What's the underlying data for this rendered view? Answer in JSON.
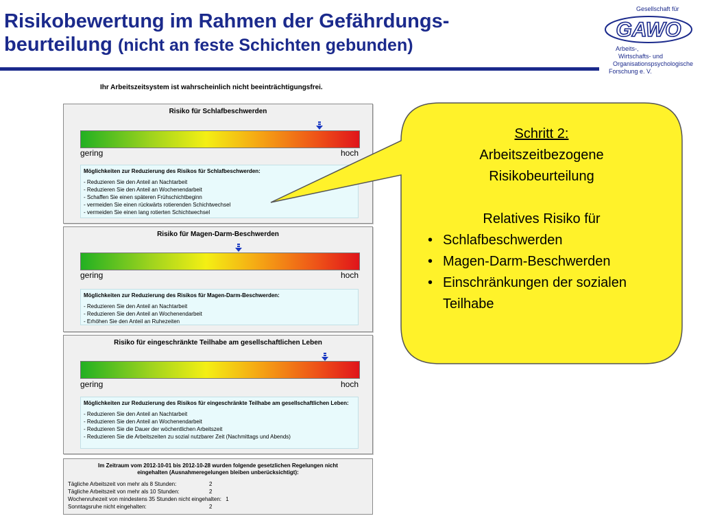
{
  "title": {
    "line1": "Risikobewertung im Rahmen der Gefährdungs-",
    "line2": "beurteilung",
    "line2_sub": "(nicht an feste Schichten gebunden)"
  },
  "logo": {
    "text_top": "Gesellschaft für",
    "mark": "GAWO",
    "line1": "Arbeits-,",
    "line2": "Wirtschafts- und",
    "line3": "Organisationspsychologische",
    "line4": "Forschung e. V."
  },
  "status": "Ihr Arbeitszeitsystem ist wahrscheinlich nicht beeinträchtigungsfrei.",
  "scale": {
    "low": "gering",
    "high": "hoch"
  },
  "panels": [
    {
      "title": "Risiko für Schlafbeschwerden",
      "risk_level": 0.86,
      "tips_title": "Möglichkeiten zur Reduzierung des Risikos für Schlafbeschwerden:",
      "tips": [
        "- Reduzieren Sie den Anteil an Nachtarbeit",
        "- Reduzieren Sie den Anteil an Wochenendarbeit",
        "- Schaffen Sie einen späteren Frühschichtbeginn",
        "- vermeiden Sie einen rückwärts rotierenden Schichtwechsel",
        "- vermeiden Sie einen lang rotierten Schichtwechsel"
      ]
    },
    {
      "title": "Risiko für Magen-Darm-Beschwerden",
      "risk_level": 0.57,
      "tips_title": "Möglichkeiten zur Reduzierung des Risikos für Magen-Darm-Beschwerden:",
      "tips": [
        "- Reduzieren Sie den Anteil an Nachtarbeit",
        "- Reduzieren Sie den Anteil an Wochenendarbeit",
        "- Erhöhen Sie den Anteil an Ruhezeiten"
      ]
    },
    {
      "title": "Risiko für eingeschränkte Teilhabe am gesellschaftlichen Leben",
      "risk_level": 0.88,
      "tips_title": "Möglichkeiten zur Reduzierung des Risikos für eingeschränkte Teilhabe am gesellschaftlichen Leben:",
      "tips": [
        "- Reduzieren Sie den Anteil an Nachtarbeit",
        "- Reduzieren Sie den Anteil an Wochenendarbeit",
        "- Reduzieren Sie die Dauer der wöchentlichen Arbeitszeit",
        "- Reduzieren Sie die Arbeitszeiten zu sozial nutzbarer Zeit (Nachmittags und Abends)"
      ]
    }
  ],
  "legal": {
    "header": "Im Zeitraum vom 2012-10-01 bis 2012-10-28 wurden folgende gesetzlichen Regelungen nicht eingehalten (Ausnahmeregelungen bleiben unberücksichtigt):",
    "rows": [
      {
        "label": "Tägliche Arbeitszeit von mehr als 8 Stunden:",
        "value": "2"
      },
      {
        "label": "Tägliche Arbeitszeit von mehr als 10 Stunden:",
        "value": "2"
      },
      {
        "label": "Wochenruhezeit von mindestens 35 Stunden nicht eingehalten:",
        "value": "1"
      },
      {
        "label": "Sonntagsruhe nicht eingehalten:",
        "value": "2"
      }
    ]
  },
  "callout": {
    "step": "Schritt 2:",
    "line1": "Arbeitszeitbezogene",
    "line2": "Risikobeurteilung",
    "subhead": "Relatives Risiko für",
    "bullets": [
      "Schlafbeschwerden",
      "Magen-Darm-Beschwerden",
      "Einschränkungen der sozialen Teilhabe"
    ]
  },
  "colors": {
    "title": "#1b2a8c",
    "callout_fill": "#fff22a",
    "marker": "#1b3ac2",
    "tip_bg": "#e8fafc"
  }
}
